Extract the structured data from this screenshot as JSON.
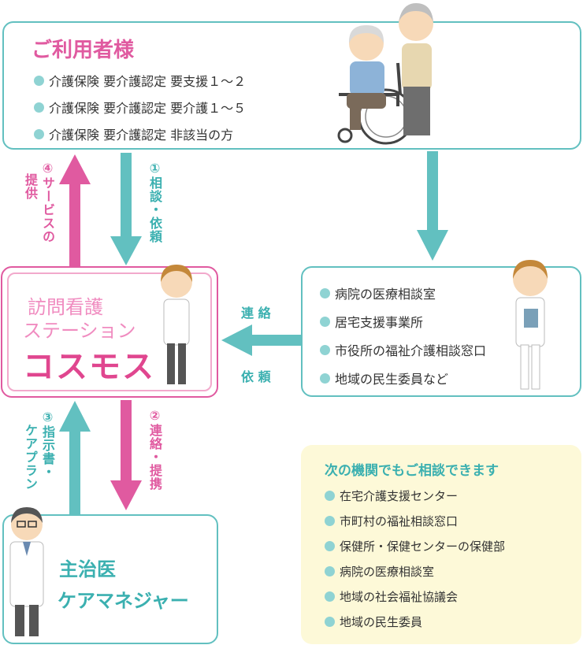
{
  "user_box": {
    "title": "ご利用者様",
    "items": [
      "介護保険 要介護認定 要支援１～２",
      "介護保険 要介護認定 要介護１～５",
      "介護保険 要介護認定 非該当の方"
    ]
  },
  "station": {
    "line1": "訪問看護",
    "line2": "ステーション",
    "name": "コスモス"
  },
  "contacts_box": {
    "items": [
      "病院の医療相談室",
      "居宅支援事業所",
      "市役所の福祉介護相談窓口",
      "地域の民生委員など"
    ]
  },
  "doctor_box": {
    "line1": "主治医",
    "line2": "ケアマネジャー"
  },
  "consult_box": {
    "title": "次の機関でもご相談できます",
    "items": [
      "在宅介護支援センター",
      "市町村の福祉相談窓口",
      "保健所・保健センターの保健部",
      "病院の医療相談室",
      "地域の社会福祉協議会",
      "地域の民生委員"
    ]
  },
  "labels": {
    "step1": "①相談・依頼",
    "step2": "②連絡・提携",
    "step3_a": "③指示書・",
    "step3_b": "ケアプラン",
    "step4_a": "④サービスの",
    "step4_b": "提供",
    "renraku": "連 絡",
    "irai": "依 頼"
  },
  "colors": {
    "teal": "#62c0c0",
    "pink": "#e05aa0",
    "yellow": "#fdf9d8"
  }
}
